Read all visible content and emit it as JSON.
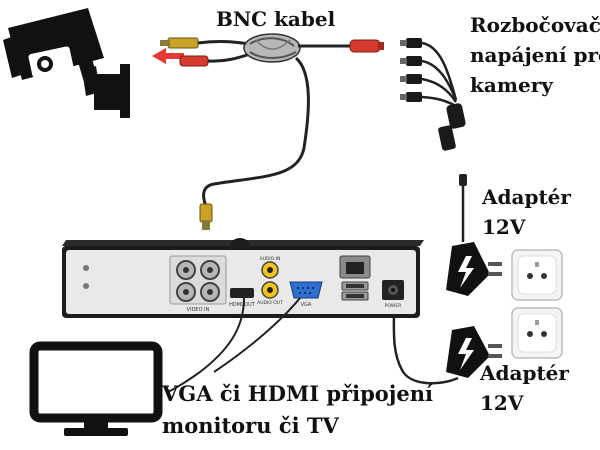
{
  "labels": {
    "bnc_cable": "BNC kabel",
    "splitter": [
      "Rozbočovač",
      "napájení pro",
      "kamery"
    ],
    "adapter_top": [
      "Adaptér",
      "12V"
    ],
    "adapter_bottom": [
      "Adaptér",
      "12V"
    ],
    "monitor": [
      "VGA či HDMI připojení",
      "monitoru či TV"
    ]
  },
  "dvr_ports": {
    "video_in": "VIDEO IN",
    "audio_in": "AUDIO IN",
    "audio_out": "AUDIO OUT",
    "hdmi_out": "HDMI OUT",
    "vga": "VGA",
    "power": "POWER"
  },
  "colors": {
    "outline": "#111111",
    "dvr_body": "#1c1c1c",
    "dvr_panel": "#e9e9e9",
    "bnc_connector": "#c9a227",
    "dc_plug_red": "#d63a2e",
    "direction_arrow": "#e53935",
    "vga_port": "#2f6fd0",
    "wall_socket": "#f4f4f4"
  }
}
